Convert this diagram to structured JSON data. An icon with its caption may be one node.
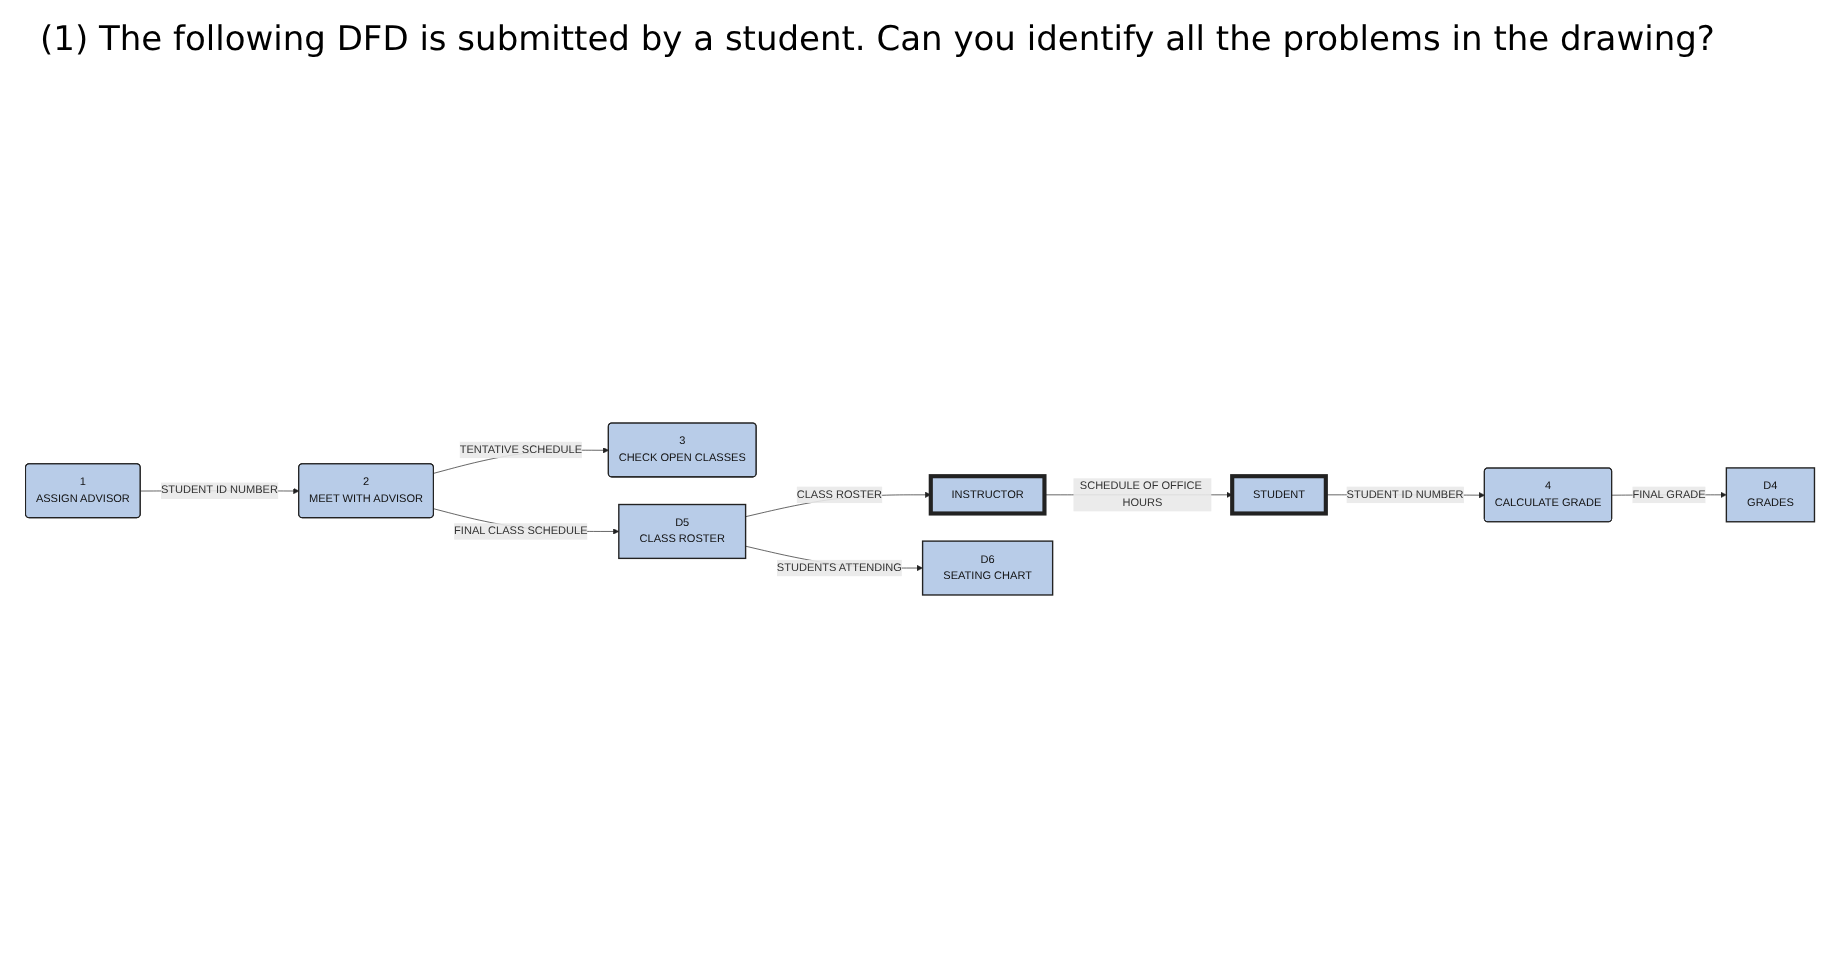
{
  "diagram": {
    "title": "(1) The following DFD is submitted by a student. Can you identify all the problems in the drawing?",
    "nodes": [
      {
        "text": [
          "1",
          "ASSIGN ADVISOR"
        ]
      },
      {
        "text": [
          "2",
          "MEET WITH ADVISOR"
        ]
      },
      {
        "text": [
          "3",
          "CHECK OPEN CLASSES"
        ]
      },
      {
        "text": [
          "INSTRUCTOR"
        ]
      },
      {
        "text": [
          "D5",
          "CLASS ROSTER"
        ]
      },
      {
        "text": [
          "D6",
          "SEATING CHART"
        ]
      },
      {
        "text": [
          "STUDENT"
        ]
      },
      {
        "text": [
          "4",
          "CALCULATE GRADE"
        ]
      },
      {
        "text": [
          "D4",
          "GRADES"
        ]
      }
    ],
    "edges": [
      {
        "from": 0,
        "to": 1,
        "arrow": "to",
        "label": "STUDENT ID NUMBER"
      },
      {
        "from": 1,
        "to": 2,
        "arrow": "to",
        "label": "TENTATIVE SCHEDULE"
      },
      {
        "from": 1,
        "to": 4,
        "arrow": "to",
        "label": "FINAL CLASS SCHEDULE"
      },
      {
        "from": 4,
        "to": 3,
        "arrow": "to",
        "label": "CLASS ROSTER"
      },
      {
        "from": 4,
        "to": 5,
        "arrow": "to",
        "label": "STUDENTS ATTENDING"
      },
      {
        "from": 3,
        "to": 6,
        "arrow": "to",
        "label": "SCHEDULE OF OFFICE HOURS"
      },
      {
        "from": 6,
        "to": 7,
        "arrow": "to",
        "label": "STUDENT ID NUMBER"
      },
      {
        "from": 7,
        "to": 8,
        "arrow": "to",
        "label": "FINAL GRADE"
      }
    ]
  }
}
